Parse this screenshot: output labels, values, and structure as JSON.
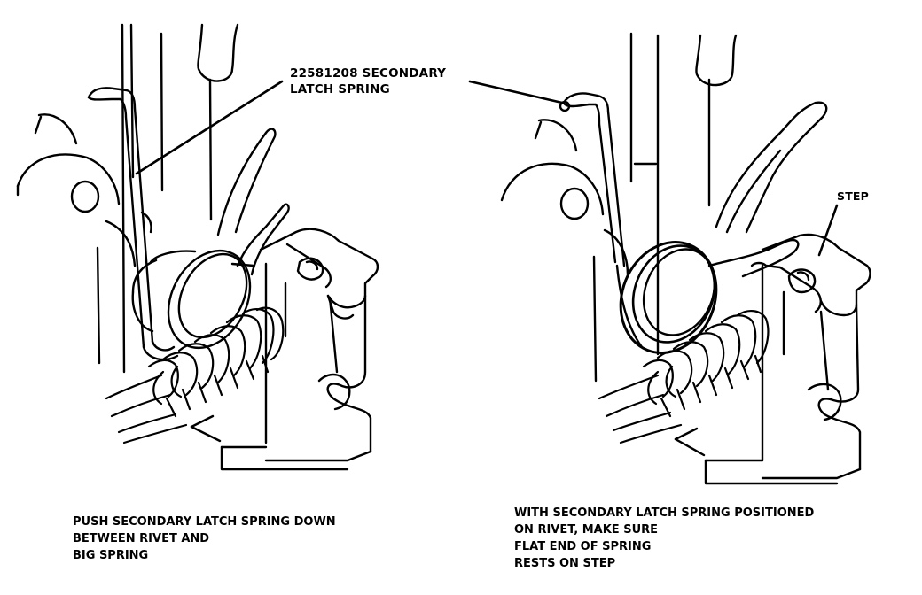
{
  "callouts": {
    "part_line1": "22581208 SECONDARY",
    "part_line2": "LATCH SPRING",
    "step": "STEP"
  },
  "captions": {
    "left": [
      "PUSH SECONDARY LATCH SPRING DOWN",
      "BETWEEN RIVET AND",
      "BIG SPRING"
    ],
    "right": [
      "WITH SECONDARY LATCH SPRING POSITIONED",
      "ON RIVET, MAKE SURE",
      "FLAT END OF SPRING",
      "RESTS ON STEP"
    ]
  },
  "colors": {
    "ink": "#000000",
    "paper": "#ffffff"
  }
}
